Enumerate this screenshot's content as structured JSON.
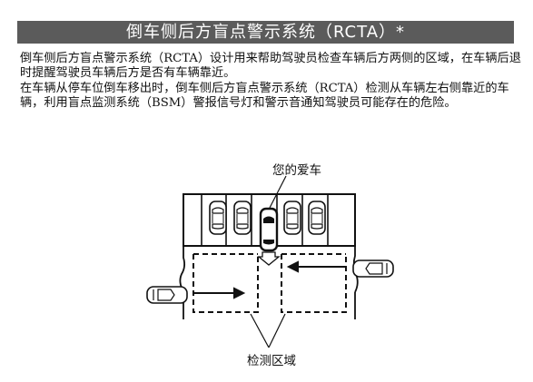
{
  "section": {
    "title": "倒车侧后方盲点警示系统（RCTA）*",
    "paragraphs": [
      "倒车侧后方盲点警示系统（RCTA）设计用来帮助驾驶员检查车辆后方两侧的区域，在车辆后退时提醒驾驶员车辆后方是否有车辆靠近。",
      "在车辆从停车位倒车移出时，倒车侧后方盲点警示系统（RCTA）检测从车辆左右侧靠近的车辆，利用盲点监测系统（BSM）警报信号灯和警示音通知驾驶员可能存在的危险。"
    ]
  },
  "figure": {
    "your_car_label": "您的爱车",
    "detection_area_label": "检测区域"
  }
}
